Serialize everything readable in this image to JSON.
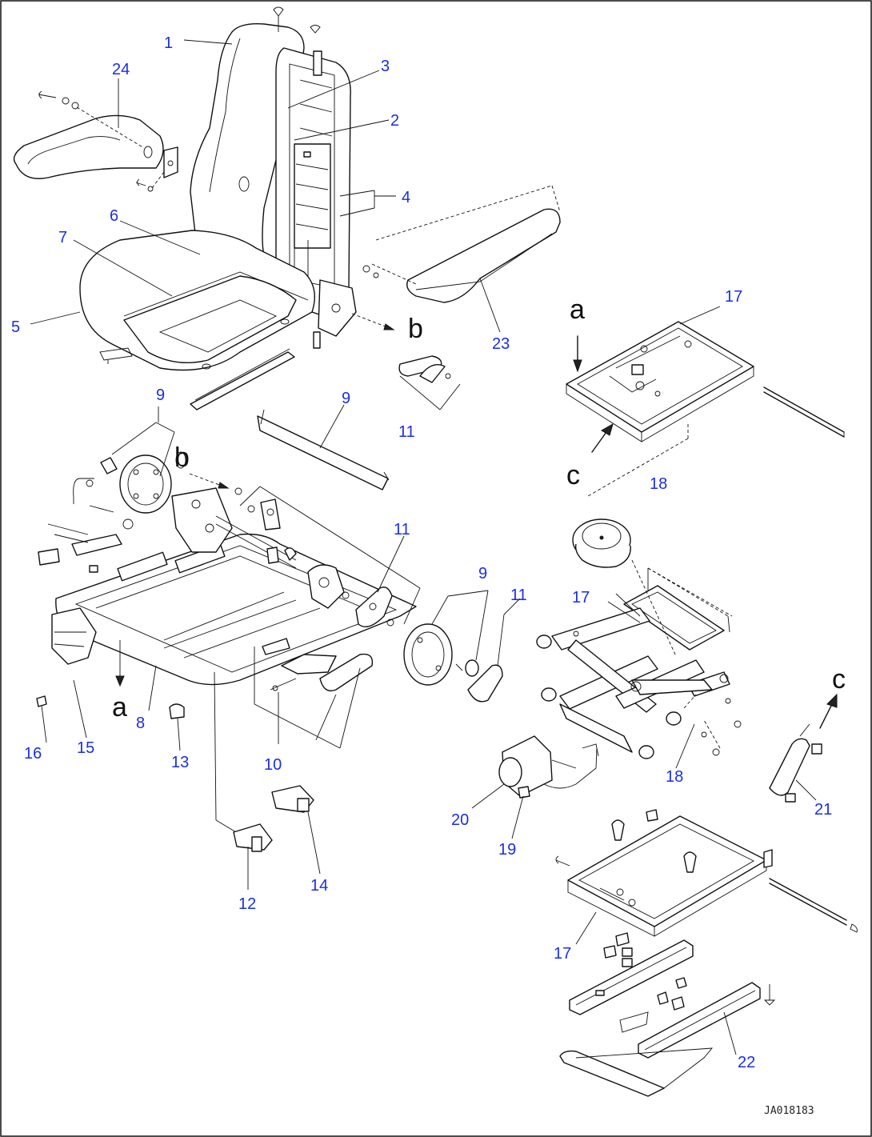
{
  "diagram": {
    "callouts": [
      {
        "id": "c1",
        "text": "1"
      },
      {
        "id": "c2",
        "text": "2"
      },
      {
        "id": "c3",
        "text": "3"
      },
      {
        "id": "c4",
        "text": "4"
      },
      {
        "id": "c5",
        "text": "5"
      },
      {
        "id": "c6",
        "text": "6"
      },
      {
        "id": "c7",
        "text": "7"
      },
      {
        "id": "c8",
        "text": "8"
      },
      {
        "id": "c9a",
        "text": "9"
      },
      {
        "id": "c9b",
        "text": "9"
      },
      {
        "id": "c9c",
        "text": "9"
      },
      {
        "id": "c10",
        "text": "10"
      },
      {
        "id": "c11a",
        "text": "11"
      },
      {
        "id": "c11b",
        "text": "11"
      },
      {
        "id": "c11c",
        "text": "11"
      },
      {
        "id": "c12",
        "text": "12"
      },
      {
        "id": "c13",
        "text": "13"
      },
      {
        "id": "c14",
        "text": "14"
      },
      {
        "id": "c15",
        "text": "15"
      },
      {
        "id": "c16",
        "text": "16"
      },
      {
        "id": "c17a",
        "text": "17"
      },
      {
        "id": "c17b",
        "text": "17"
      },
      {
        "id": "c17c",
        "text": "17"
      },
      {
        "id": "c18a",
        "text": "18"
      },
      {
        "id": "c18b",
        "text": "18"
      },
      {
        "id": "c19",
        "text": "19"
      },
      {
        "id": "c20",
        "text": "20"
      },
      {
        "id": "c21",
        "text": "21"
      },
      {
        "id": "c22",
        "text": "22"
      },
      {
        "id": "c23",
        "text": "23"
      },
      {
        "id": "c24",
        "text": "24"
      }
    ],
    "connection_letters": {
      "a_top": "a",
      "a_bottom": "a",
      "b_top": "b",
      "b_mid": "b",
      "c_top": "c",
      "c_right": "c"
    },
    "drawing_code": "JA018183",
    "colors": {
      "callout": "#1a2ee6",
      "line": "#111111",
      "background": "#ffffff"
    }
  }
}
